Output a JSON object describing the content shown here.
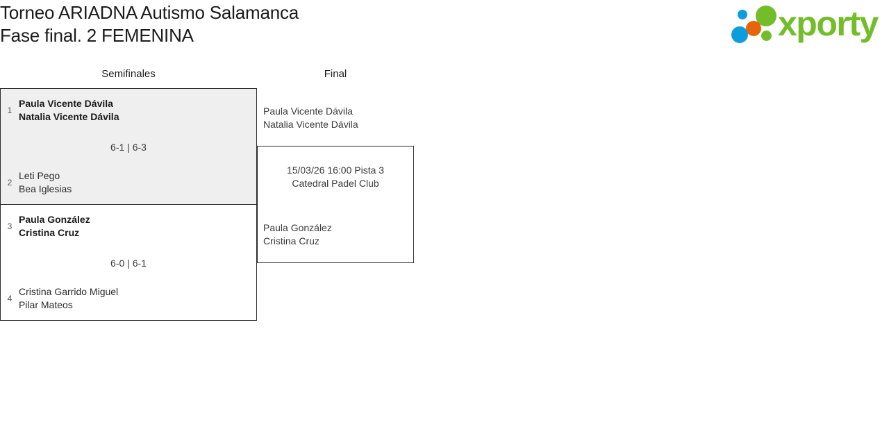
{
  "header": {
    "title": "Torneo ARIADNA Autismo Salamanca\nFase final. 2 FEMENINA",
    "logo": {
      "wordmark": "xporty",
      "colors": {
        "green": "#74bd2a",
        "blue": "#0d9ddb",
        "orange": "#e8640a"
      }
    }
  },
  "bracket": {
    "rounds": [
      {
        "label": "Semifinales"
      },
      {
        "label": "Final"
      }
    ],
    "semifinals": [
      {
        "top": {
          "seed": "1",
          "names": "Paula Vicente Dávila\nNatalia Vicente Dávila",
          "winner": true
        },
        "bottom": {
          "seed": "2",
          "names": "Leti Pego\nBea Iglesias",
          "winner": false
        },
        "score": "6-1 | 6-3"
      },
      {
        "top": {
          "seed": "3",
          "names": "Paula González\nCristina Cruz",
          "winner": true
        },
        "bottom": {
          "seed": "4",
          "names": "Cristina Garrido Miguel\nPilar Mateos",
          "winner": false
        },
        "score": "6-0 | 6-1"
      }
    ],
    "final": {
      "top_team": "Paula Vicente Dávila\nNatalia Vicente Dávila",
      "bottom_team": "Paula González\nCristina Cruz",
      "match_info": "15/03/26 16:00 Pista 3\nCatedral Padel Club"
    }
  }
}
